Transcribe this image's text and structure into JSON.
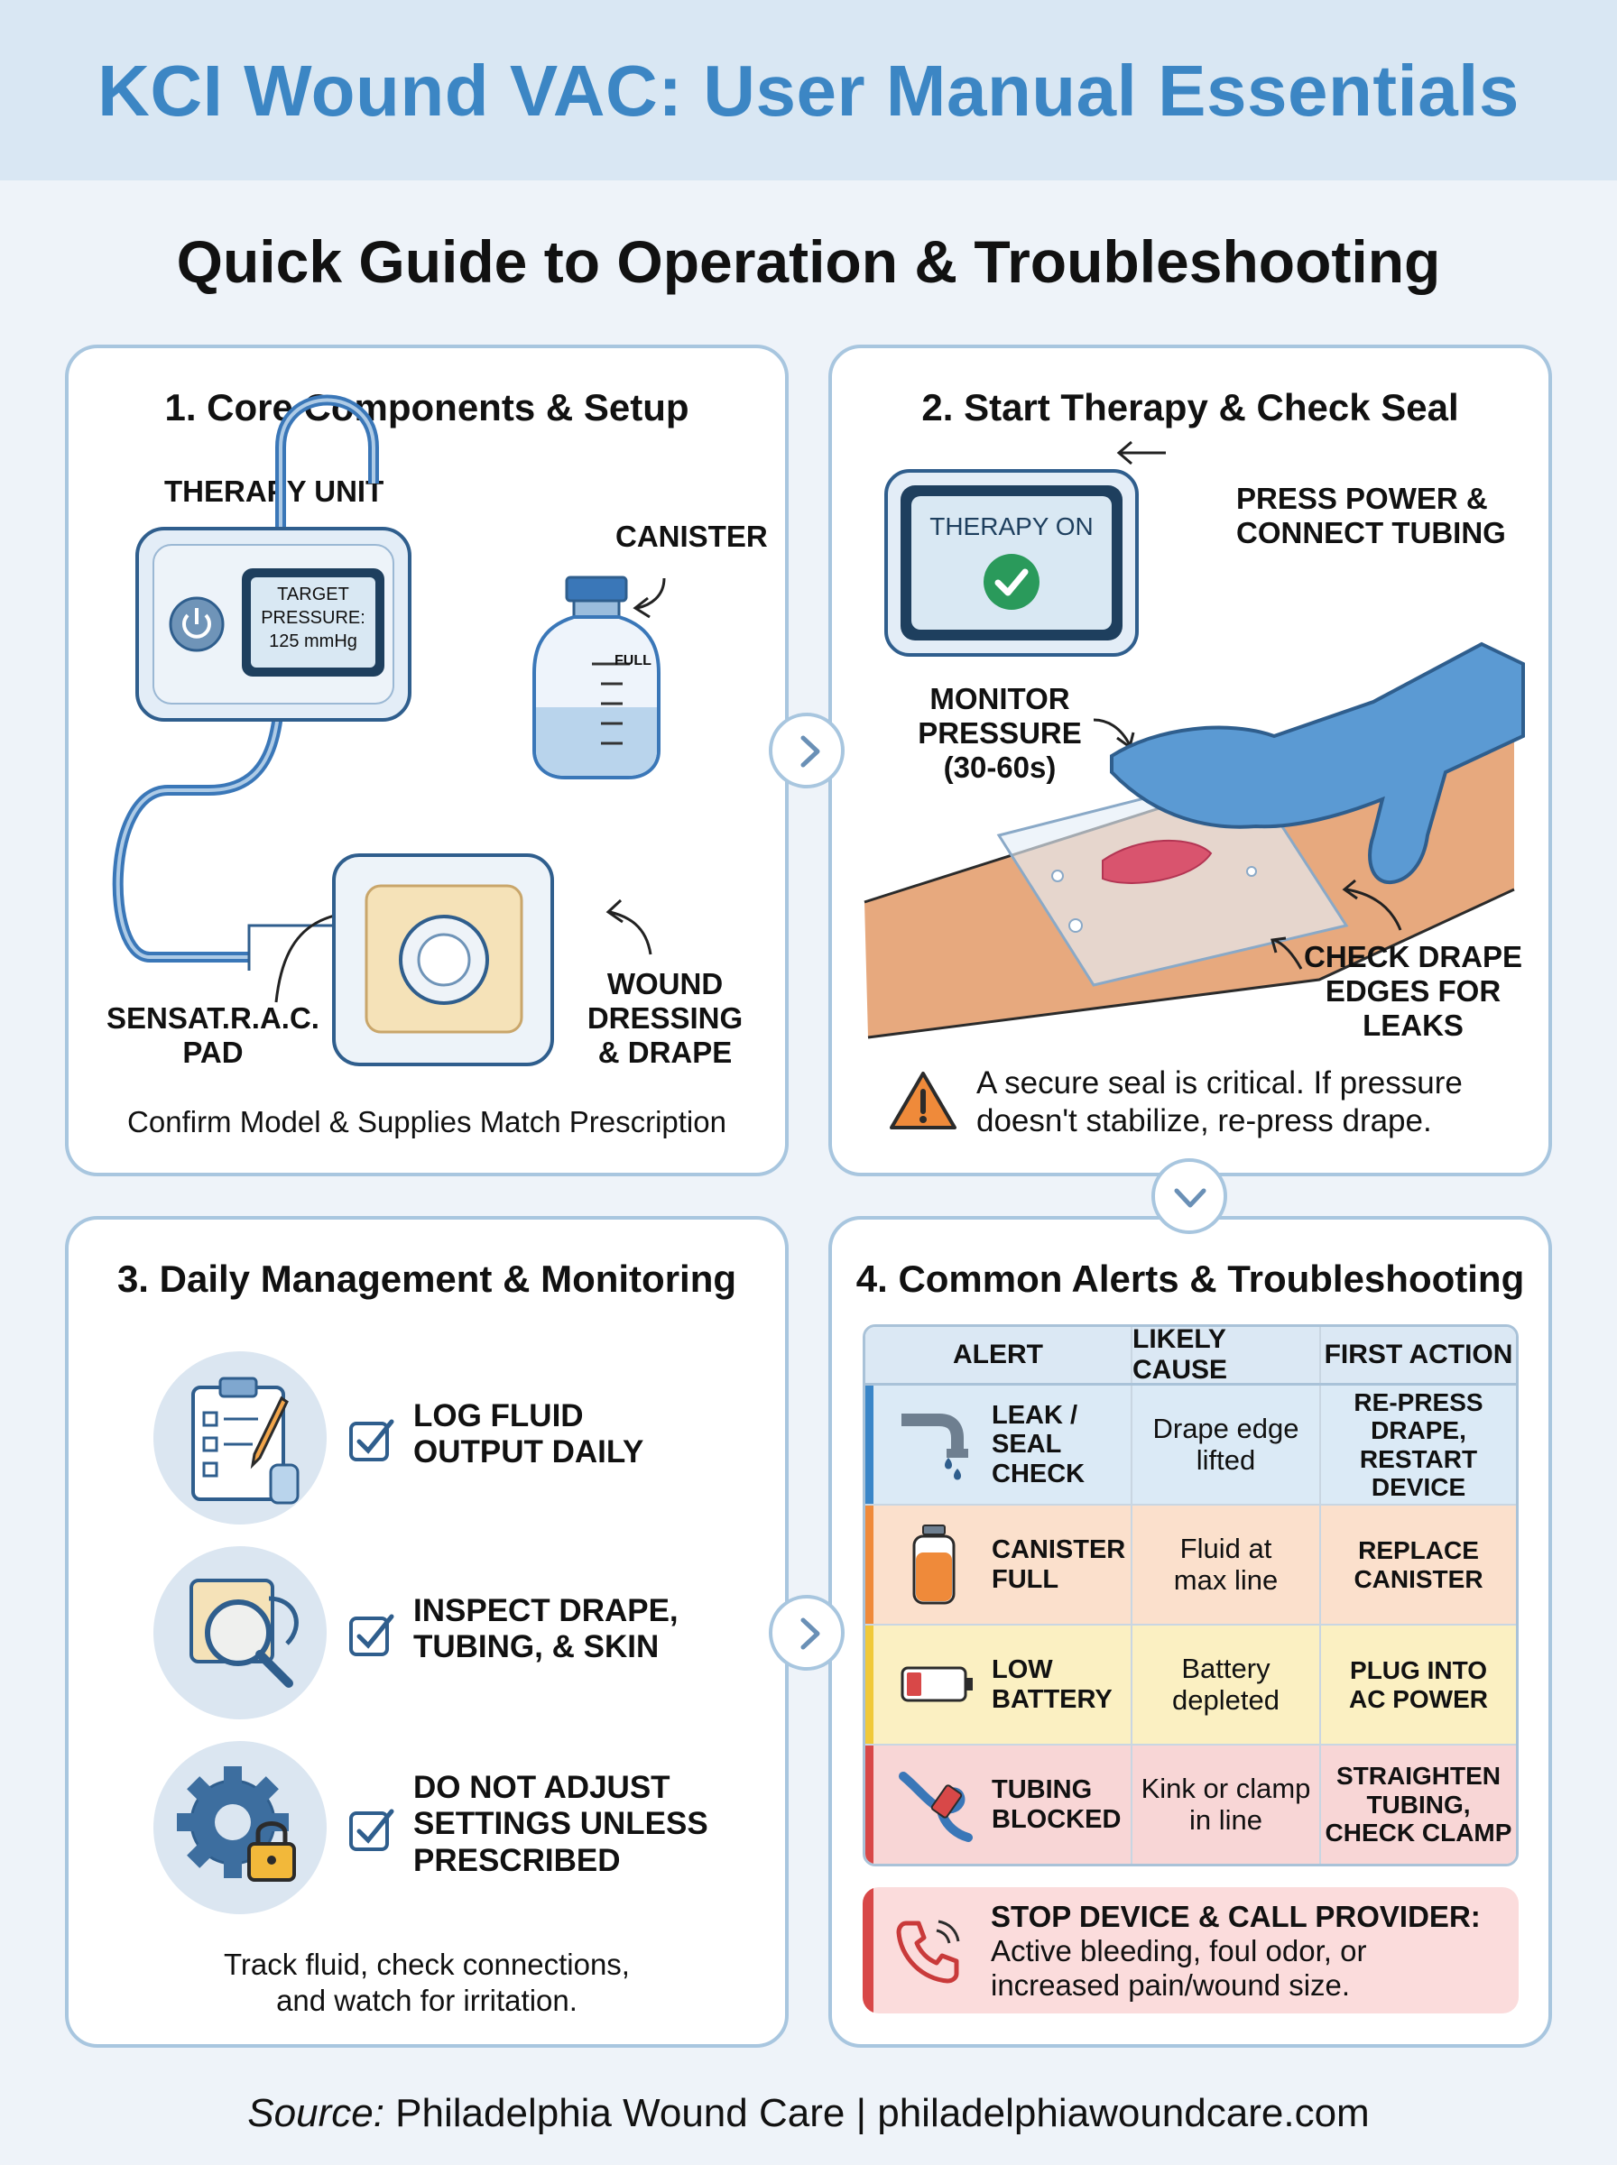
{
  "header": {
    "title": "KCI Wound VAC: User Manual Essentials",
    "subtitle": "Quick Guide to Operation & Troubleshooting"
  },
  "colors": {
    "accent": "#3c86c4",
    "panel_border": "#a8c6df",
    "leak": "#dbeaf6",
    "canister": "#fbe0cc",
    "battery": "#fbf0c2",
    "tubing": "#f8d6d6"
  },
  "panel1": {
    "title": "1. Core Components & Setup",
    "therapy_unit_label": "THERAPY UNIT",
    "screen_line1": "TARGET",
    "screen_line2": "PRESSURE:",
    "screen_line3": "125 mmHg",
    "canister_label": "CANISTER",
    "full_mark": "FULL",
    "pad_label_line1": "SENSAT.R.A.C.",
    "pad_label_line2": "PAD",
    "dressing_label_line1": "WOUND",
    "dressing_label_line2": "DRESSING",
    "dressing_label_line3": "& DRAPE",
    "footer": "Confirm Model & Supplies Match Prescription",
    "icons": [
      "power-icon",
      "canister-icon",
      "tubing-icon",
      "dressing-icon"
    ]
  },
  "panel2": {
    "title": "2. Start Therapy & Check Seal",
    "screen_text": "THERAPY ON",
    "press_line1": "PRESS POWER &",
    "press_line2": "CONNECT TUBING",
    "monitor_line1": "MONITOR",
    "monitor_line2": "PRESSURE",
    "monitor_line3": "(30-60s)",
    "check_line1": "CHECK DRAPE",
    "check_line2": "EDGES FOR",
    "check_line3": "LEAKS",
    "warning_line1": "A secure seal is critical. If pressure",
    "warning_line2": "doesn't stabilize, re-press drape.",
    "icons": [
      "checkmark-icon",
      "gloved-hand-icon",
      "warning-icon"
    ]
  },
  "panel3": {
    "title": "3. Daily Management & Monitoring",
    "items": [
      {
        "line1": "LOG FLUID",
        "line2": "OUTPUT DAILY",
        "line3": "",
        "icon": "clipboard-icon"
      },
      {
        "line1": "INSPECT DRAPE,",
        "line2": "TUBING, & SKIN",
        "line3": "",
        "icon": "magnifier-icon"
      },
      {
        "line1": "DO NOT ADJUST",
        "line2": "SETTINGS UNLESS",
        "line3": "PRESCRIBED",
        "icon": "gear-lock-icon"
      }
    ],
    "footer_line1": "Track fluid, check connections,",
    "footer_line2": "and watch for irritation."
  },
  "panel4": {
    "title": "4. Common Alerts & Troubleshooting",
    "columns": [
      "ALERT",
      "LIKELY CAUSE",
      "FIRST ACTION"
    ],
    "rows": [
      {
        "alert": [
          "LEAK /",
          "SEAL",
          "CHECK"
        ],
        "cause": [
          "Drape edge",
          "lifted"
        ],
        "action": [
          "RE-PRESS",
          "DRAPE,",
          "RESTART DEVICE"
        ],
        "icon": "leaking-pipe-icon"
      },
      {
        "alert": [
          "CANISTER",
          "FULL"
        ],
        "cause": [
          "Fluid at",
          "max line"
        ],
        "action": [
          "REPLACE",
          "CANISTER"
        ],
        "icon": "full-canister-icon"
      },
      {
        "alert": [
          "LOW",
          "BATTERY"
        ],
        "cause": [
          "Battery",
          "depleted"
        ],
        "action": [
          "PLUG INTO",
          "AC POWER"
        ],
        "icon": "low-battery-icon"
      },
      {
        "alert": [
          "TUBING",
          "BLOCKED"
        ],
        "cause": [
          "Kink or clamp",
          "in line"
        ],
        "action": [
          "STRAIGHTEN",
          "TUBING,",
          "CHECK CLAMP"
        ],
        "icon": "kinked-tube-icon"
      }
    ],
    "stop_title": "STOP DEVICE & CALL PROVIDER:",
    "stop_line1": "Active bleeding, foul odor, or",
    "stop_line2": "increased pain/wound size.",
    "stop_icon": "phone-icon"
  },
  "footer": {
    "source_label": "Source:",
    "source_text": " Philadelphia Wound Care | philadelphiawoundcare.com"
  }
}
